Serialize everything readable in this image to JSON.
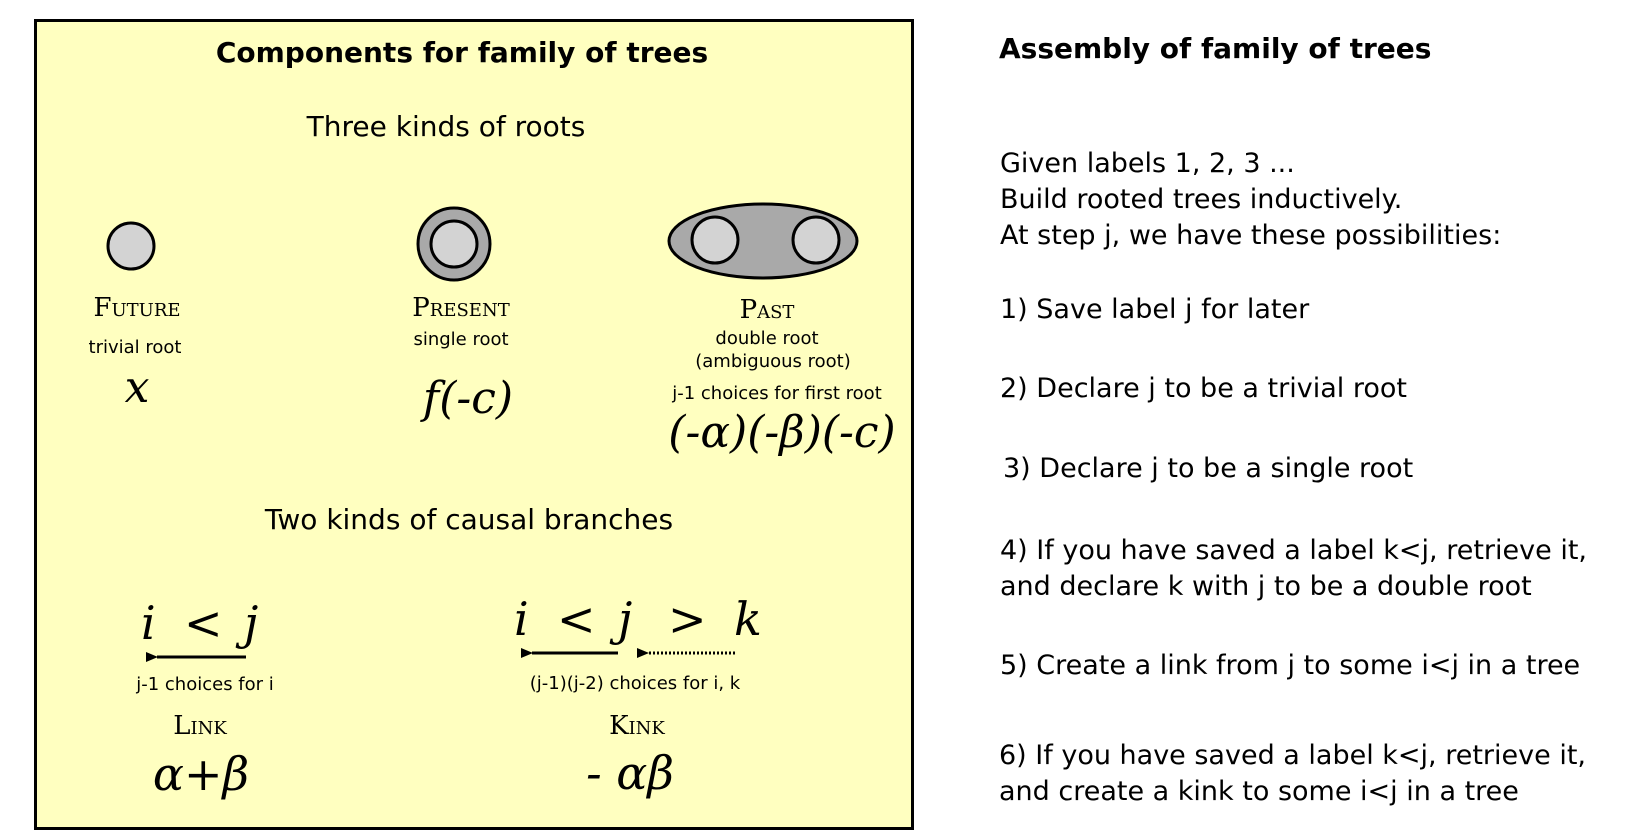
{
  "left": {
    "title": "Components for family of trees",
    "roots_heading": "Three kinds of roots",
    "roots": [
      {
        "name": "Future",
        "desc": [
          "trivial root"
        ],
        "formula": "x"
      },
      {
        "name": "Present",
        "desc": [
          "single root"
        ],
        "formula": "f(-c)"
      },
      {
        "name": "Past",
        "desc": [
          "double root",
          "(ambiguous root)"
        ],
        "choices": "j-1 choices for first root",
        "formula": "(-α)(-β)(-c)"
      }
    ],
    "branches_heading": "Two kinds of causal branches",
    "branches": [
      {
        "relation": [
          "i",
          "<",
          "j"
        ],
        "choices": "j-1 choices for i",
        "name": "Link",
        "formula": "α+β"
      },
      {
        "relation": [
          "i",
          "<",
          "j",
          ">",
          "k"
        ],
        "choices": "(j-1)(j-2) choices for i, k",
        "name": "Kink",
        "formula": "- αβ"
      }
    ]
  },
  "right": {
    "title": "Assembly of family of trees",
    "intro": [
      "Given labels 1, 2, 3 ...",
      "Build rooted trees inductively.",
      "At step j, we have these possibilities:"
    ],
    "steps": [
      [
        "1) Save label j for later"
      ],
      [
        "2) Declare j to be a trivial root"
      ],
      [
        "3) Declare j to be a single root"
      ],
      [
        "4) If you have saved a label k<j, retrieve it,",
        "and declare k with j to be a double root"
      ],
      [
        "5) Create a link from j to some i<j in a tree"
      ],
      [
        "6) If you have saved a label k<j, retrieve it,",
        "and create a kink to some i<j in a tree"
      ]
    ]
  },
  "colors": {
    "panel": "#ffffc0",
    "node_fill": "#d3d3d3",
    "outer_fill": "#a9a9a9"
  }
}
